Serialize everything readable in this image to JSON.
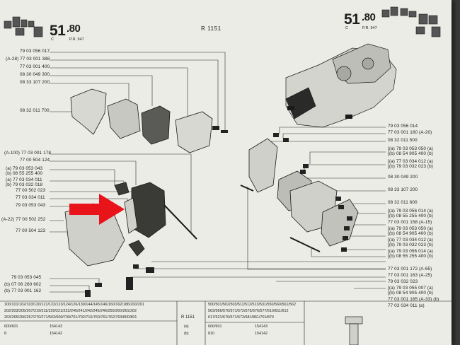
{
  "header": {
    "left_group": "51",
    "left_sub": ".80",
    "left_c": "C",
    "left_pr": "P.R. 947",
    "center_ref": "R 1151",
    "right_group": "51",
    "right_sub": ".80",
    "right_c": "C",
    "right_pr": "P.R. 947"
  },
  "left_labels": [
    "79 03 056 017",
    "(A-28) 77 03 001 388",
    "77 03 001 400",
    "08 30 049 300",
    "08 33 107 200",
    "08 32 011 700",
    "(A-100) 77 03 001 178",
    "77 00 504 124",
    "(a) 79 03 053 043",
    "(b) 08 55 255 400",
    "(a) 77 03 034 011",
    "(b) 79 03 032 018",
    "77 00 502 023",
    "77 03 034 011",
    "79 03 053 043",
    "(A-22) 77 00 502 252",
    "77 00 504 123",
    "79 03 053 045",
    "(b) 07 06 260 602",
    "(b) 77 03 001 162"
  ],
  "right_labels": [
    "79 03 056 014",
    "77 03 001 160 (A-20)",
    "08 32 011 500",
    "[(a) 79 03 053 050 (a)",
    "[(b) 08 54 905 400 (b)",
    "[(a) 77 03 034 012 (a)",
    "[(b) 79 03 032 023 (b)",
    "08 30 049 200",
    "08 33 107 200",
    "08 32 011 600",
    "[(a) 79 03 056 014 (a)",
    "[(b) 08 55 255 400 (b)",
    "77 03 001 158 (A-15)",
    "[(a) 79 03 053 050 (a)",
    "[(b) 08 54 905 400 (b)",
    "[(a) 77 03 034 012 (a)",
    "[(b) 79 03 032 023 (b)",
    "[(a) 79 03 056 014 (a)",
    "[(b) 08 55 255 400 (b)",
    "77 03 001 172 (A-65)",
    "77 03 001 163 (A-25)",
    "79 03 032 023",
    "[(a) 79 03 055 007 (a)",
    "[(b) 08 54 905 400 (b)",
    "77 03 001 165 (A-33) (b)",
    "77 03 034 011 (a)"
  ],
  "applicability_left": {
    "row1": "100/101/102/103/120/121/122/123/124/126/130/144/145/146/160/162/186/200/201",
    "row2": "202/203/205/207/219/211/220/221/222/240/241/242/245/246/250/260/261/262",
    "row3": "263/265/266/267/270/271/502/600/700/701/702/710/760/761/762/763/800/801",
    "row4a": "600/601",
    "row4b": "154143",
    "row5a": "8",
    "row5b": "154142",
    "mid_ref": "R 1151",
    "mid_a": "(a)",
    "mid_b": "(b)"
  },
  "applicability_right": {
    "row1": "500/501/502/503/511/512/513/531/550/560/561/562",
    "row2": "563/566/570/571/572/575/576/577/610/611/612",
    "row3": "617/621/670/671/672/681/861/701/870",
    "row4a": "600/601",
    "row4b": "154143",
    "row5a": "810",
    "row5b": "154142"
  },
  "colors": {
    "page": "#ecece6",
    "ink": "#1e1e1e",
    "arrow": "#e8141a",
    "background": "#3a3a38"
  }
}
